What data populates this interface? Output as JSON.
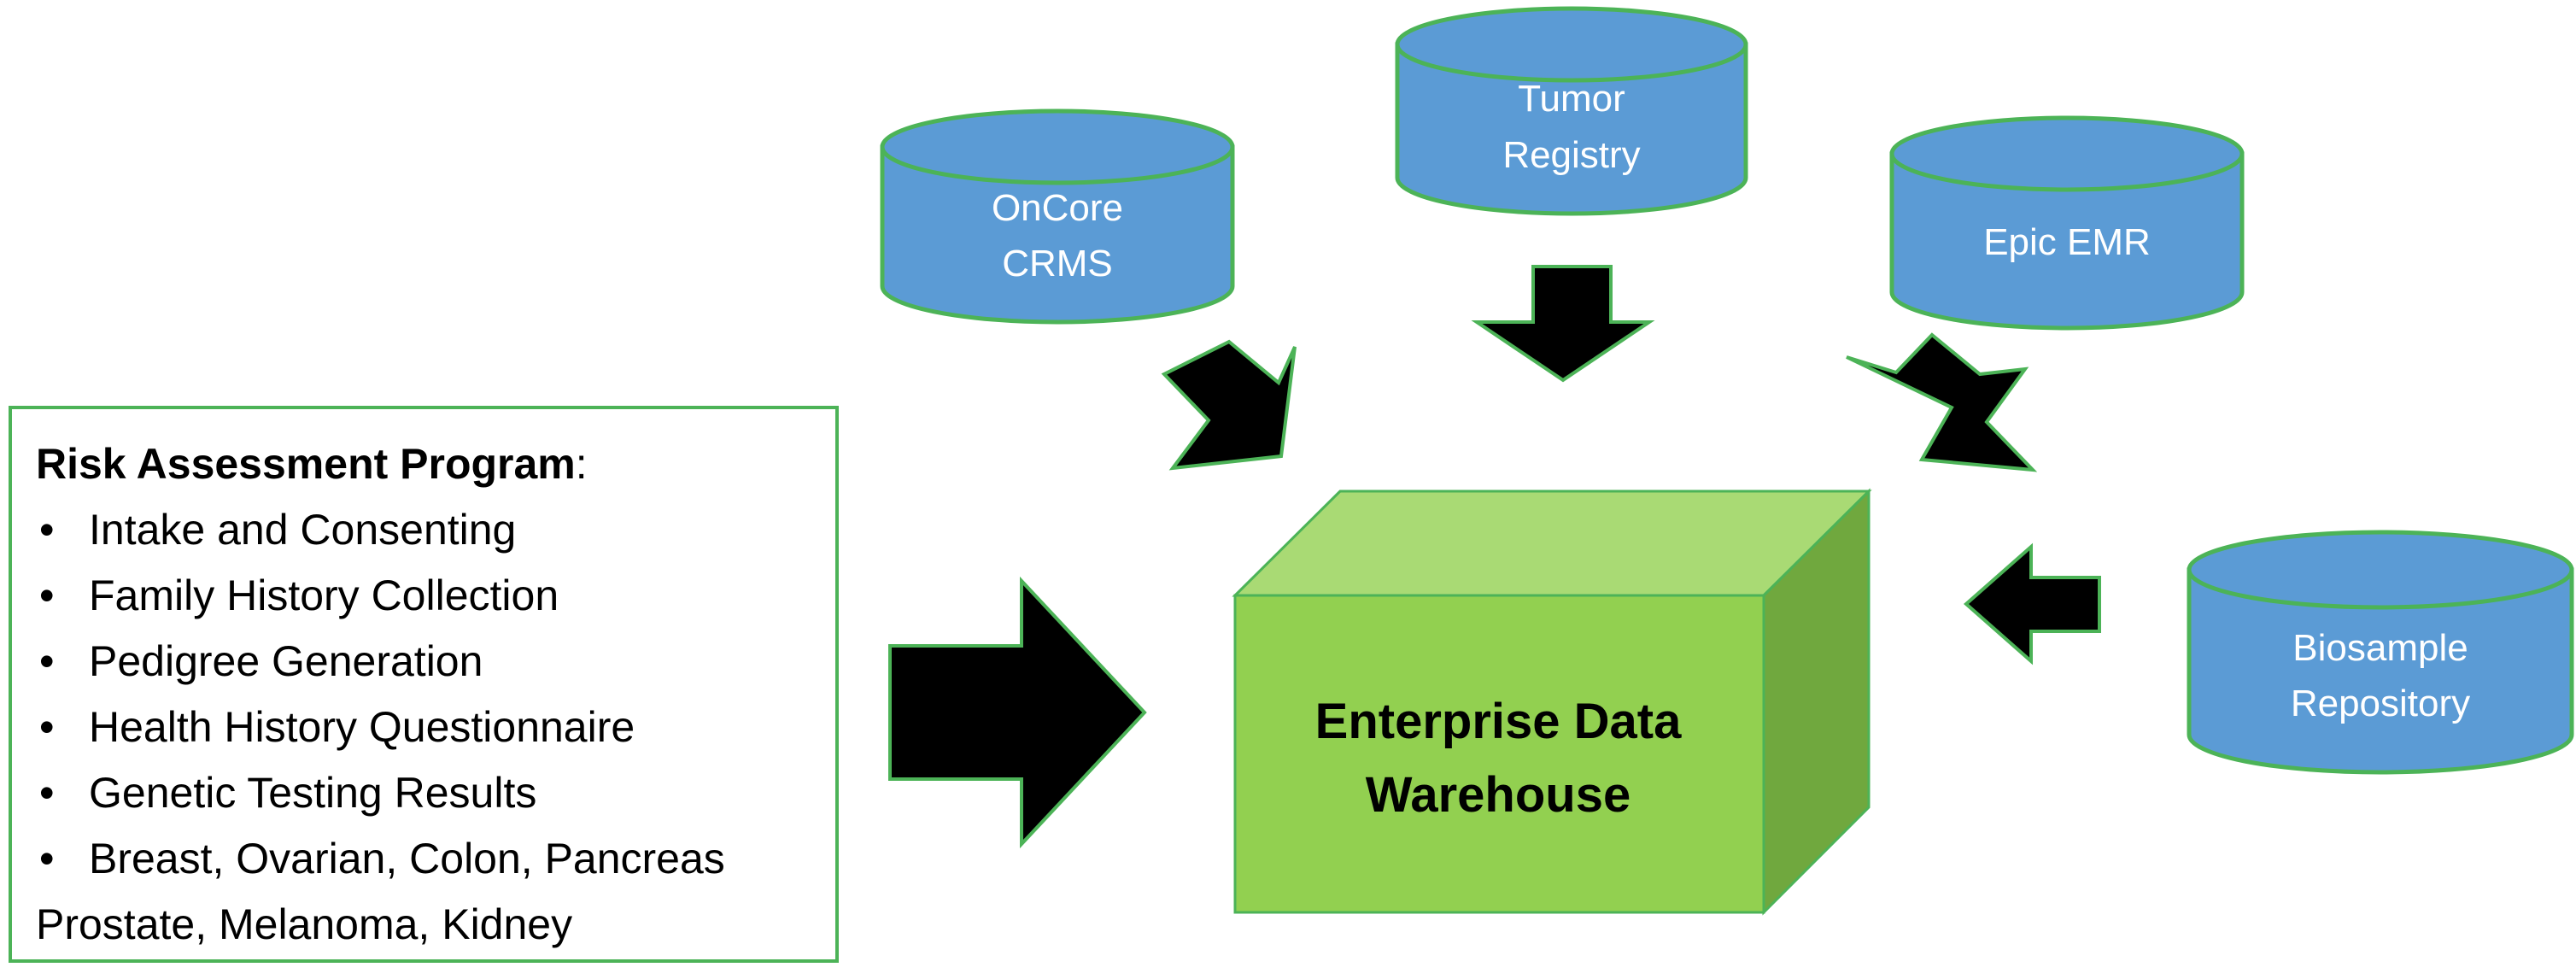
{
  "diagram": {
    "title": "Data flow into Enterprise Data Warehouse",
    "colors": {
      "cylinder_fill": "#5b9bd5",
      "outline": "#4cb357",
      "cube_front": "#92d050",
      "cube_top": "#a9da74",
      "cube_side": "#70a83e",
      "arrow_fill": "#000000"
    },
    "sources": {
      "oncore": {
        "line1": "OnCore",
        "line2": "CRMS"
      },
      "tumor": {
        "line1": "Tumor",
        "line2": "Registry"
      },
      "epic": {
        "line1": "Epic EMR"
      },
      "biosample": {
        "line1": "Biosample",
        "line2": "Repository"
      }
    },
    "warehouse": {
      "line1": "Enterprise Data",
      "line2": "Warehouse"
    },
    "risk_program": {
      "title": "Risk Assessment Program",
      "colon": ":",
      "bullet": "•",
      "items": [
        "Intake and Consenting",
        "Family History Collection",
        "Pedigree Generation",
        "Health History Questionnaire",
        "Genetic Testing Results",
        "Breast, Ovarian, Colon, Pancreas"
      ],
      "continuation": "Prostate, Melanoma, Kidney"
    }
  }
}
